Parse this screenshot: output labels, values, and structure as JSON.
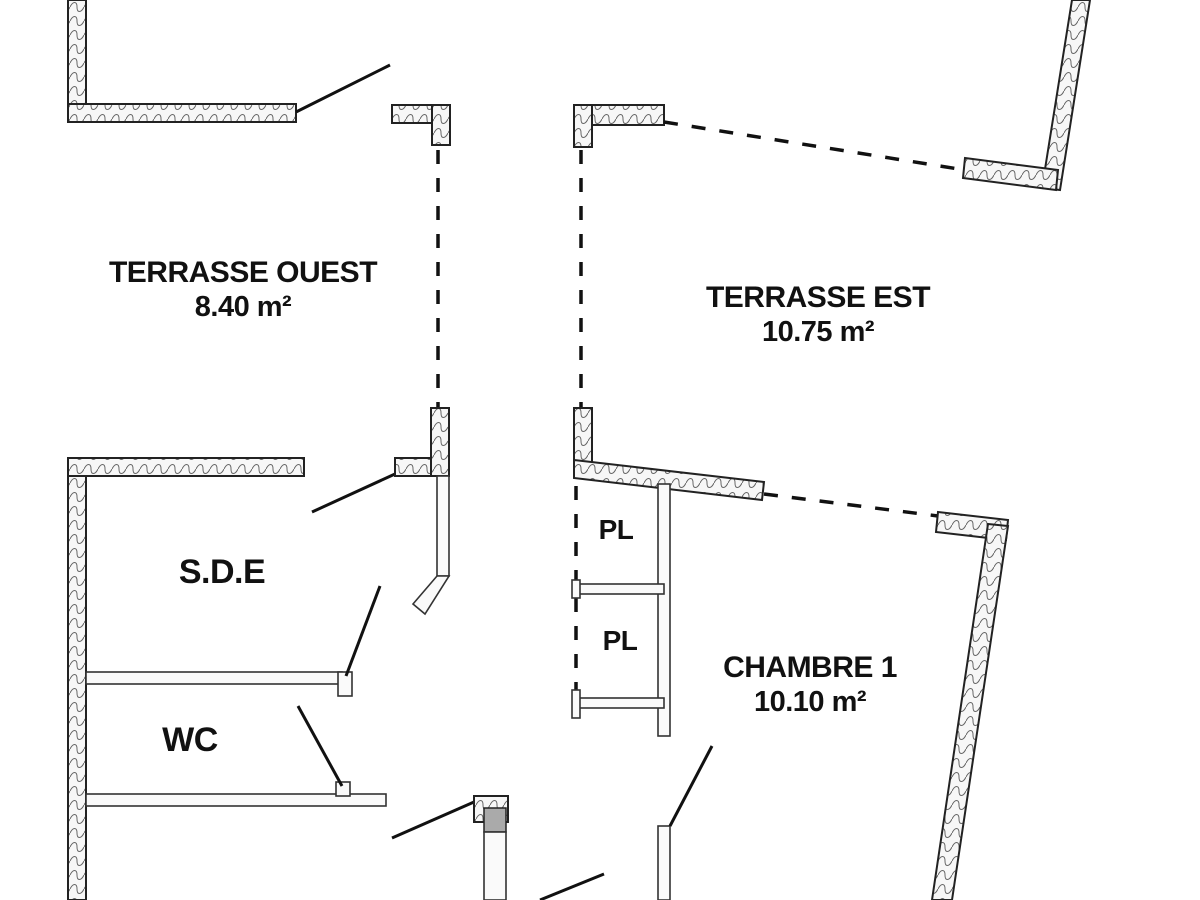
{
  "rooms": {
    "terrasse_ouest": {
      "name": "TERRASSE OUEST",
      "area": "8.40 m²"
    },
    "terrasse_est": {
      "name": "TERRASSE EST",
      "area": "10.75 m²"
    },
    "sde": {
      "name": "S.D.E"
    },
    "wc": {
      "name": "WC"
    },
    "placard_1": {
      "name": "PL"
    },
    "placard_2": {
      "name": "PL"
    },
    "chambre_1": {
      "name": "CHAMBRE 1",
      "area": "10.10 m²"
    }
  },
  "colors": {
    "wall_fill": "#f4f4f4",
    "ink": "#111111",
    "background": "#ffffff"
  }
}
